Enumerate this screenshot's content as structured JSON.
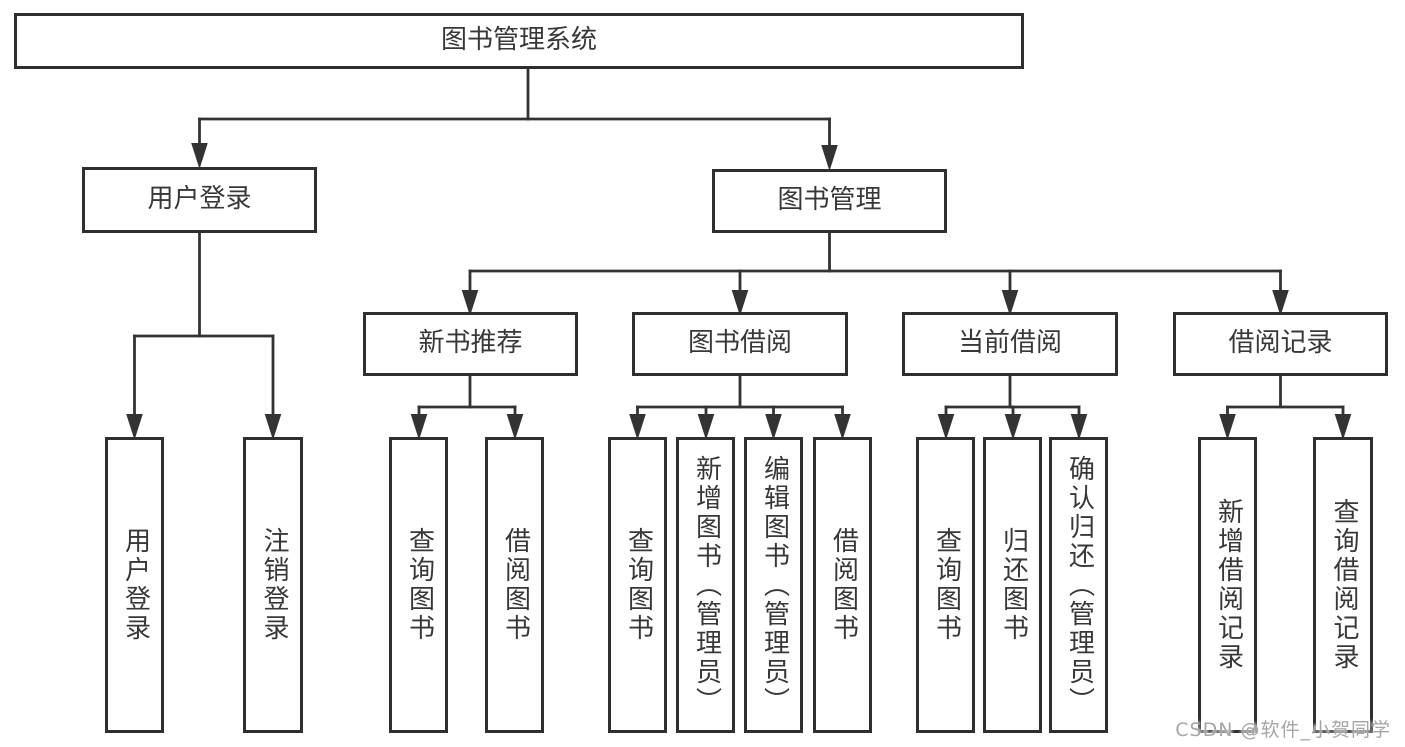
{
  "diagram": {
    "type": "hierarchy-tree",
    "title": "图书管理系统",
    "watermark": "CSDN @软件_小贺同学",
    "colors": {
      "background": "#ffffff",
      "line": "#333333",
      "box_border": "#2f2f2f",
      "box_bg": "#ffffff",
      "text": "#383838",
      "watermark": "#a6a6a6"
    },
    "nodes": {
      "root": {
        "label": "图书管理系统",
        "level": 1,
        "parent": null
      },
      "user_login": {
        "label": "用户登录",
        "level": 2,
        "parent": "root"
      },
      "book_mgmt": {
        "label": "图书管理",
        "level": 2,
        "parent": "root"
      },
      "new_book_rec": {
        "label": "新书推荐",
        "level": 3,
        "parent": "book_mgmt"
      },
      "book_borrow": {
        "label": "图书借阅",
        "level": 3,
        "parent": "book_mgmt"
      },
      "current_borrow": {
        "label": "当前借阅",
        "level": 3,
        "parent": "book_mgmt"
      },
      "borrow_record": {
        "label": "借阅记录",
        "level": 3,
        "parent": "book_mgmt"
      },
      "leaf_user_login": {
        "label": "用户登录",
        "level": 4,
        "parent": "user_login"
      },
      "leaf_logout": {
        "label": "注销登录",
        "level": 4,
        "parent": "user_login"
      },
      "leaf_nb_query": {
        "label": "查询图书",
        "level": 4,
        "parent": "new_book_rec"
      },
      "leaf_nb_borrow": {
        "label": "借阅图书",
        "level": 4,
        "parent": "new_book_rec"
      },
      "leaf_bb_query": {
        "label": "查询图书",
        "level": 4,
        "parent": "book_borrow"
      },
      "leaf_bb_add": {
        "label": "新增图书（管理员）",
        "level": 4,
        "parent": "book_borrow"
      },
      "leaf_bb_edit": {
        "label": "编辑图书（管理员）",
        "level": 4,
        "parent": "book_borrow"
      },
      "leaf_bb_borrow": {
        "label": "借阅图书",
        "level": 4,
        "parent": "book_borrow"
      },
      "leaf_cb_query": {
        "label": "查询图书",
        "level": 4,
        "parent": "current_borrow"
      },
      "leaf_cb_return": {
        "label": "归还图书",
        "level": 4,
        "parent": "current_borrow"
      },
      "leaf_cb_confirm": {
        "label": "确认归还（管理员）",
        "level": 4,
        "parent": "current_borrow"
      },
      "leaf_br_add": {
        "label": "新增借阅记录",
        "level": 4,
        "parent": "borrow_record"
      },
      "leaf_br_query": {
        "label": "查询借阅记录",
        "level": 4,
        "parent": "borrow_record"
      }
    }
  }
}
